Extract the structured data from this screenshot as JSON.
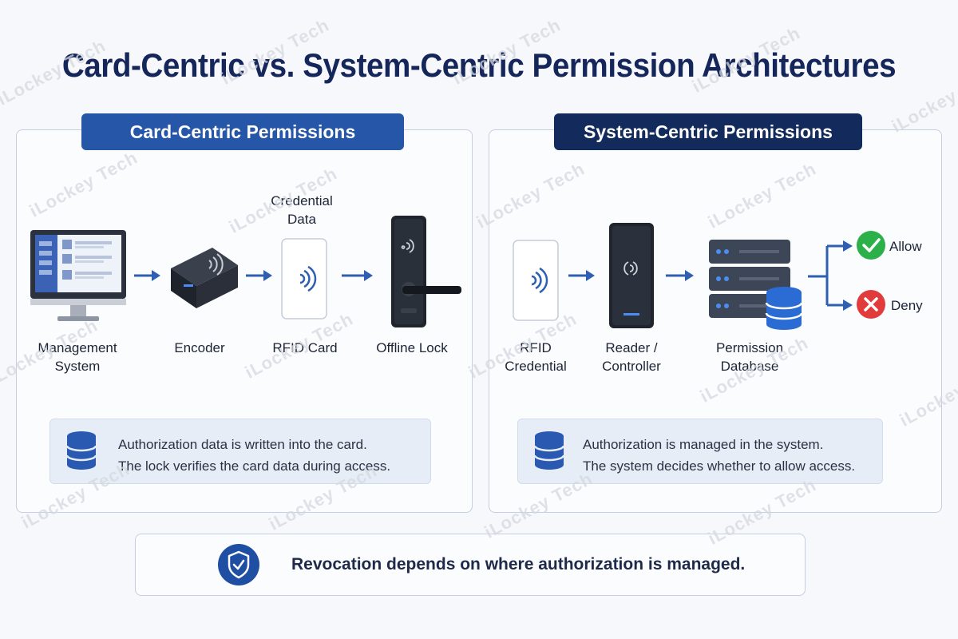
{
  "title": "Card-Centric vs. System-Centric Permission Architectures",
  "watermark_text": "iLockey Tech",
  "colors": {
    "title": "#15265b",
    "card_header": "#2556a8",
    "system_header": "#122a5c",
    "arrow": "#2e5fb0",
    "allow": "#2bb04a",
    "deny": "#e23b3b"
  },
  "card_centric": {
    "header": "Card-Centric Permissions",
    "nodes": {
      "management": "Management\nSystem",
      "encoder": "Encoder",
      "rfid_card": "RFID Card",
      "credential_data": "Credential\nData",
      "offline_lock": "Offline Lock"
    },
    "info_lines": [
      "Authorization data is written into the card.",
      "The lock verifies the card data during access."
    ]
  },
  "system_centric": {
    "header": "System-Centric Permissions",
    "nodes": {
      "rfid_credential": "RFID\nCredential",
      "reader": "Reader /\nController",
      "database": "Permission\nDatabase"
    },
    "outcomes": {
      "allow": "Allow",
      "deny": "Deny"
    },
    "info_lines": [
      "Authorization is managed in the system.",
      "The system decides whether to allow access."
    ]
  },
  "footer": "Revocation depends on where authorization is managed."
}
